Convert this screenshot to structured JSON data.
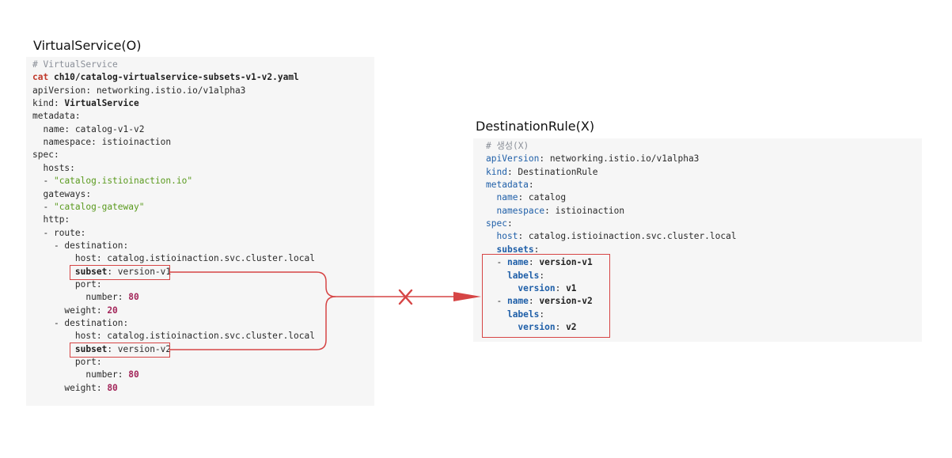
{
  "virtual_service": {
    "title": "VirtualService(O)",
    "lines": [
      {
        "indent": "",
        "parts": [
          {
            "t": "# VirtualService",
            "c": "t-comment"
          }
        ]
      },
      {
        "indent": "",
        "parts": [
          {
            "t": "cat ",
            "c": "t-cmd"
          },
          {
            "t": "ch10/catalog-virtualservice-subsets-v1-v2.yaml",
            "c": "t-bold"
          }
        ]
      },
      {
        "indent": "",
        "parts": [
          {
            "t": "apiVersion: networking.istio.io/v1alpha3",
            "c": ""
          }
        ]
      },
      {
        "indent": "",
        "parts": [
          {
            "t": "kind: ",
            "c": ""
          },
          {
            "t": "VirtualService",
            "c": "t-bold"
          }
        ]
      },
      {
        "indent": "",
        "parts": [
          {
            "t": "metadata:",
            "c": ""
          }
        ]
      },
      {
        "indent": "  ",
        "parts": [
          {
            "t": "name: catalog-v1-v2",
            "c": ""
          }
        ]
      },
      {
        "indent": "  ",
        "parts": [
          {
            "t": "namespace: istioinaction",
            "c": ""
          }
        ]
      },
      {
        "indent": "",
        "parts": [
          {
            "t": "spec:",
            "c": ""
          }
        ]
      },
      {
        "indent": "  ",
        "parts": [
          {
            "t": "hosts:",
            "c": ""
          }
        ]
      },
      {
        "indent": "  ",
        "parts": [
          {
            "t": "- ",
            "c": ""
          },
          {
            "t": "\"catalog.istioinaction.io\"",
            "c": "t-str"
          }
        ]
      },
      {
        "indent": "  ",
        "parts": [
          {
            "t": "gateways:",
            "c": ""
          }
        ]
      },
      {
        "indent": "  ",
        "parts": [
          {
            "t": "- ",
            "c": ""
          },
          {
            "t": "\"catalog-gateway\"",
            "c": "t-str"
          }
        ]
      },
      {
        "indent": "  ",
        "parts": [
          {
            "t": "http:",
            "c": ""
          }
        ]
      },
      {
        "indent": "  ",
        "parts": [
          {
            "t": "- route:",
            "c": ""
          }
        ]
      },
      {
        "indent": "    ",
        "parts": [
          {
            "t": "- destination:",
            "c": ""
          }
        ]
      },
      {
        "indent": "        ",
        "parts": [
          {
            "t": "host: catalog.istioinaction.svc.cluster.local",
            "c": ""
          }
        ]
      },
      {
        "indent": "        ",
        "parts": [
          {
            "t": "subset",
            "c": "t-bold"
          },
          {
            "t": ": version-v1",
            "c": ""
          }
        ]
      },
      {
        "indent": "        ",
        "parts": [
          {
            "t": "port:",
            "c": ""
          }
        ]
      },
      {
        "indent": "          ",
        "parts": [
          {
            "t": "number: ",
            "c": ""
          },
          {
            "t": "80",
            "c": "t-num"
          }
        ]
      },
      {
        "indent": "      ",
        "parts": [
          {
            "t": "weight: ",
            "c": ""
          },
          {
            "t": "20",
            "c": "t-num"
          }
        ]
      },
      {
        "indent": "    ",
        "parts": [
          {
            "t": "- destination:",
            "c": ""
          }
        ]
      },
      {
        "indent": "        ",
        "parts": [
          {
            "t": "host: catalog.istioinaction.svc.cluster.local",
            "c": ""
          }
        ]
      },
      {
        "indent": "        ",
        "parts": [
          {
            "t": "subset",
            "c": "t-bold"
          },
          {
            "t": ": version-v2",
            "c": ""
          }
        ]
      },
      {
        "indent": "        ",
        "parts": [
          {
            "t": "port:",
            "c": ""
          }
        ]
      },
      {
        "indent": "          ",
        "parts": [
          {
            "t": "number: ",
            "c": ""
          },
          {
            "t": "80",
            "c": "t-num"
          }
        ]
      },
      {
        "indent": "      ",
        "parts": [
          {
            "t": "weight: ",
            "c": ""
          },
          {
            "t": "80",
            "c": "t-num"
          }
        ]
      }
    ]
  },
  "destination_rule": {
    "title": "DestinationRule(X)",
    "lines": [
      {
        "indent": "",
        "parts": [
          {
            "t": "# 생성(X)",
            "c": "t-comment"
          }
        ]
      },
      {
        "indent": "",
        "parts": [
          {
            "t": "apiVersion",
            "c": "t-key"
          },
          {
            "t": ": networking.istio.io/v1alpha3",
            "c": ""
          }
        ]
      },
      {
        "indent": "",
        "parts": [
          {
            "t": "kind",
            "c": "t-key"
          },
          {
            "t": ": DestinationRule",
            "c": ""
          }
        ]
      },
      {
        "indent": "",
        "parts": [
          {
            "t": "metadata",
            "c": "t-key"
          },
          {
            "t": ":",
            "c": ""
          }
        ]
      },
      {
        "indent": "  ",
        "parts": [
          {
            "t": "name",
            "c": "t-key"
          },
          {
            "t": ": catalog",
            "c": ""
          }
        ]
      },
      {
        "indent": "  ",
        "parts": [
          {
            "t": "namespace",
            "c": "t-key"
          },
          {
            "t": ": istioinaction",
            "c": ""
          }
        ]
      },
      {
        "indent": "",
        "parts": [
          {
            "t": "spec",
            "c": "t-key"
          },
          {
            "t": ":",
            "c": ""
          }
        ]
      },
      {
        "indent": "  ",
        "parts": [
          {
            "t": "host",
            "c": "t-key"
          },
          {
            "t": ": catalog.istioinaction.svc.cluster.local",
            "c": ""
          }
        ]
      },
      {
        "indent": "  ",
        "parts": [
          {
            "t": "subsets",
            "c": "t-keyb"
          },
          {
            "t": ":",
            "c": ""
          }
        ]
      },
      {
        "indent": "  ",
        "parts": [
          {
            "t": "- ",
            "c": ""
          },
          {
            "t": "name",
            "c": "t-keyb"
          },
          {
            "t": ": ",
            "c": ""
          },
          {
            "t": "version-v1",
            "c": "t-bold"
          }
        ]
      },
      {
        "indent": "    ",
        "parts": [
          {
            "t": "labels",
            "c": "t-keyb"
          },
          {
            "t": ":",
            "c": ""
          }
        ]
      },
      {
        "indent": "      ",
        "parts": [
          {
            "t": "version",
            "c": "t-keyb"
          },
          {
            "t": ": ",
            "c": ""
          },
          {
            "t": "v1",
            "c": "t-bold"
          }
        ]
      },
      {
        "indent": "  ",
        "parts": [
          {
            "t": "- ",
            "c": ""
          },
          {
            "t": "name",
            "c": "t-keyb"
          },
          {
            "t": ": ",
            "c": ""
          },
          {
            "t": "version-v2",
            "c": "t-bold"
          }
        ]
      },
      {
        "indent": "    ",
        "parts": [
          {
            "t": "labels",
            "c": "t-keyb"
          },
          {
            "t": ":",
            "c": ""
          }
        ]
      },
      {
        "indent": "      ",
        "parts": [
          {
            "t": "version",
            "c": "t-keyb"
          },
          {
            "t": ": ",
            "c": ""
          },
          {
            "t": "v2",
            "c": "t-bold"
          }
        ]
      }
    ]
  },
  "colors": {
    "highlight": "#d64545",
    "code_background": "#f6f6f6"
  },
  "icons": {
    "blocked_marker": "x-mark-icon"
  }
}
